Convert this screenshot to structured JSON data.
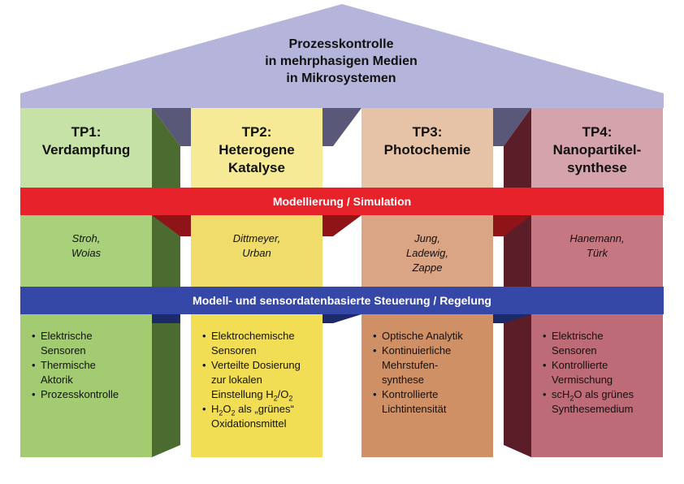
{
  "roof": {
    "title_lines": [
      "Prozesskontrolle",
      "in mehrphasigen Medien",
      "in Mikrosystemen"
    ]
  },
  "band_modelling": "Modellierung / Simulation",
  "band_control": "Modell- und sensordatenbasierte Steuerung / Regelung",
  "pillars": [
    {
      "title_lines": [
        "TP1:",
        "Verdampfung"
      ],
      "names": [
        "Stroh,",
        "Woias"
      ],
      "bullets": [
        [
          "Elektrische",
          "Sensoren"
        ],
        [
          "Thermische",
          "Aktorik"
        ],
        [
          "Prozesskontrolle"
        ]
      ],
      "colors": {
        "top": "#c6e2a6",
        "mid": "#a9d07a",
        "bottom": "#a3cc72",
        "side": "#4b6b31"
      }
    },
    {
      "title_lines": [
        "TP2:",
        "Heterogene",
        "Katalyse"
      ],
      "names": [
        "Dittmeyer,",
        "Urban"
      ],
      "bullets": [
        [
          "Elektrochemische",
          "Sensoren"
        ],
        [
          "Verteilte Dosierung",
          "zur lokalen",
          "Einstellung H|2|/O|2|"
        ],
        [
          "H|2|O|2| als „grünes“",
          "Oxidationsmittel"
        ]
      ],
      "colors": {
        "top": "#f6ea96",
        "mid": "#f0dc6a",
        "bottom": "#f2de55"
      }
    },
    {
      "title_lines": [
        "TP3:",
        "Photochemie"
      ],
      "names": [
        "Jung,",
        "Ladewig,",
        "Zappe"
      ],
      "bullets": [
        [
          "Optische Analytik"
        ],
        [
          "Kontinuierliche",
          "Mehrstufen-",
          "synthese"
        ],
        [
          "Kontrollierte",
          "Lichtintensität"
        ]
      ],
      "colors": {
        "top": "#e6c3a6",
        "mid": "#d9a585",
        "bottom": "#cf9066"
      }
    },
    {
      "title_lines": [
        "TP4:",
        "Nanopartikel-",
        "synthese"
      ],
      "names": [
        "Hanemann,",
        "Türk"
      ],
      "bullets": [
        [
          "Elektrische",
          "Sensoren"
        ],
        [
          "Kontrollierte",
          "Vermischung"
        ],
        [
          "scH|2|O als grünes",
          "Synthesemedium"
        ]
      ],
      "colors": {
        "top": "#d5a3ac",
        "mid": "#c57882",
        "bottom": "#bd6b76",
        "side": "#5b1e29"
      }
    }
  ],
  "colors": {
    "roof": "#b5b4da",
    "beam_shadow": "#5a5878",
    "band_red": "#e8222a",
    "band_red_shadow": "#8e1418",
    "band_blue": "#3548a8",
    "band_blue_shadow": "#1d2a6a"
  }
}
